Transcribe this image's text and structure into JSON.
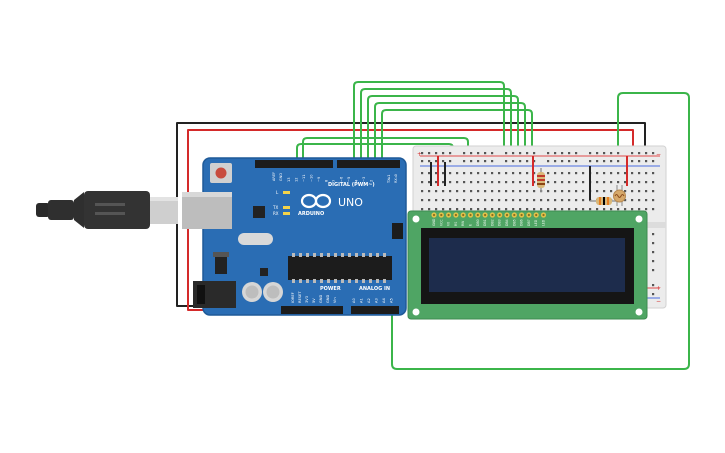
{
  "arduino": {
    "brand": "ARDUINO",
    "model": "UNO",
    "digital_label": "DIGITAL (PWM~)",
    "power_label": "POWER",
    "analog_label": "ANALOG IN",
    "aref": "AREF",
    "gnd": "GND",
    "tx": "TX",
    "rx": "RX",
    "l": "L",
    "txrx_pin": "TX▸1",
    "rxrx_pin": "RX◃0",
    "digital_pins": [
      "13",
      "12",
      "~11",
      "~10",
      "~9",
      "8",
      "7",
      "~6",
      "~5",
      "4",
      "~3",
      "2"
    ],
    "power_pins": [
      "IOREF",
      "RESET",
      "3V3",
      "5V",
      "GND",
      "GND",
      "Vin"
    ],
    "analog_pins": [
      "A0",
      "A1",
      "A2",
      "A3",
      "A4",
      "A5"
    ]
  },
  "colors": {
    "board": "#2a6db4",
    "board_dark": "#1f5a98",
    "breadboard": "#e9e9e9",
    "lcd_pcb": "#4fa564",
    "lcd_screen": "#1d2c4c",
    "wire_green": "#3bb54a",
    "wire_red": "#d42a2a",
    "wire_black": "#222222",
    "cable": "#2a2a2a"
  },
  "components": {
    "lcd_pins": [
      "GND",
      "VCC",
      "V0",
      "RS",
      "RW",
      "E",
      "DB0",
      "DB1",
      "DB2",
      "DB3",
      "DB4",
      "DB5",
      "DB6",
      "DB7",
      "LED",
      "LED"
    ],
    "icons": [
      "usb-cable",
      "arduino-uno",
      "breadboard",
      "lcd-16x2",
      "resistor",
      "photoresistor"
    ]
  }
}
